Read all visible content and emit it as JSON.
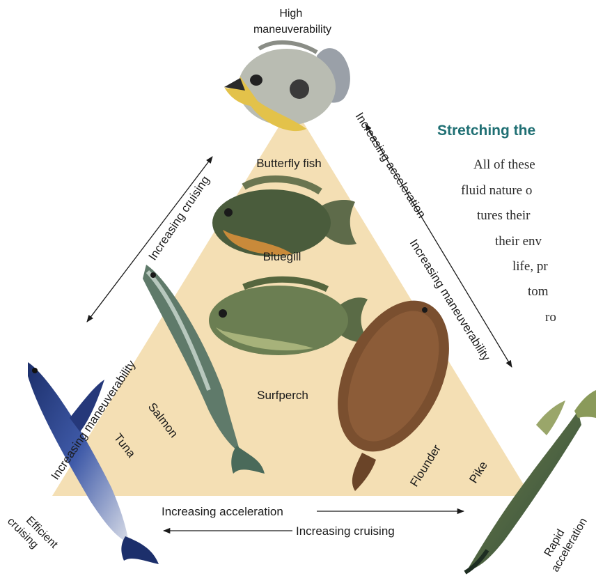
{
  "corners": {
    "top": [
      "High",
      "maneuverability"
    ],
    "left": [
      "Efficient",
      "cruising"
    ],
    "right": [
      "Rapid",
      "acceleration"
    ]
  },
  "edges": {
    "left_outer": "Increasing maneuverability",
    "left_inner": "Increasing cruising",
    "right_outer": "Increasing acceleration",
    "right_inner": "Increasing maneuverability",
    "bottom_upper": "Increasing acceleration",
    "bottom_lower": "Increasing cruising"
  },
  "fish": {
    "butterfly": "Butterfly fish",
    "bluegill": "Bluegill",
    "surfperch": "Surfperch",
    "salmon": "Salmon",
    "flounder": "Flounder",
    "tuna": "Tuna",
    "pike": "Pike"
  },
  "article": {
    "heading": "Stretching the",
    "lines": [
      "All of these",
      "fluid nature o",
      "tures their",
      "their env",
      "life, pr",
      "tom",
      "ro"
    ]
  },
  "colors": {
    "triangle": "#f3ddb0",
    "heading": "#1f6f73"
  }
}
